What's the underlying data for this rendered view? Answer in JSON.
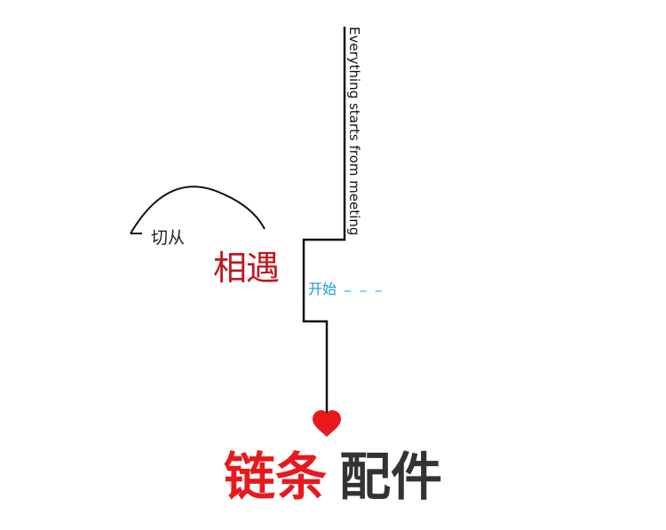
{
  "vertical_caption": "Everything starts from meeting",
  "arc_label": "切从",
  "highlight_word": "相遇",
  "start_label": "开始",
  "start_dashes": "_ _ _",
  "title": {
    "red_part": "链条",
    "dark_part": "配件"
  },
  "colors": {
    "red_text": "#c0171f",
    "title_red": "#e8191d",
    "title_dark": "#333333",
    "blue": "#1a9bd7",
    "heart": "#e8191d",
    "line": "#111111"
  },
  "icons": {
    "end_marker": "heart-icon"
  }
}
